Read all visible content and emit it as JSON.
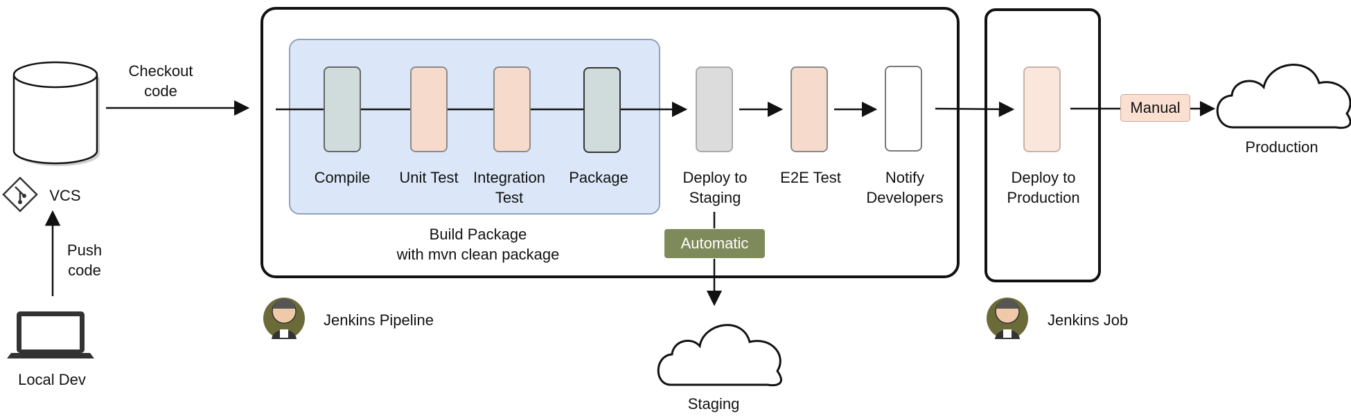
{
  "vcs": {
    "label": "VCS",
    "icon": "git-repository-icon"
  },
  "local_dev": {
    "label": "Local Dev",
    "icon": "laptop-icon"
  },
  "checkout": {
    "label": "Checkout\ncode"
  },
  "push": {
    "label": "Push\ncode"
  },
  "build_group": {
    "label": "Build Package\nwith mvn clean package"
  },
  "stages": {
    "compile": {
      "label": "Compile",
      "color": "#cfdcdb"
    },
    "unit_test": {
      "label": "Unit Test",
      "color": "#f6dbcc"
    },
    "integration_test": {
      "label": "Integration\nTest",
      "color": "#f6dbcc"
    },
    "package": {
      "label": "Package",
      "color": "#cfdcdb"
    },
    "deploy_staging": {
      "label": "Deploy to\nStaging",
      "color": "#dcdcdc"
    },
    "e2e_test": {
      "label": "E2E Test",
      "color": "#f6dbcc"
    },
    "notify": {
      "label": "Notify\nDevelopers",
      "color": "#ffffff"
    },
    "deploy_production": {
      "label": "Deploy to\nProduction",
      "color": "#fbe6dc"
    }
  },
  "automatic": {
    "label": "Automatic",
    "color": "#7e8a5a"
  },
  "manual": {
    "label": "Manual",
    "color": "#fbe0d2"
  },
  "staging": {
    "label": "Staging"
  },
  "production": {
    "label": "Production"
  },
  "jenkins_pipeline": {
    "label": "Jenkins Pipeline",
    "icon": "jenkins-logo-icon"
  },
  "jenkins_job": {
    "label": "Jenkins Job",
    "icon": "jenkins-logo-icon"
  },
  "colors": {
    "build_group_fill": "#dbe7f8",
    "build_group_border": "#8ea1bc"
  }
}
